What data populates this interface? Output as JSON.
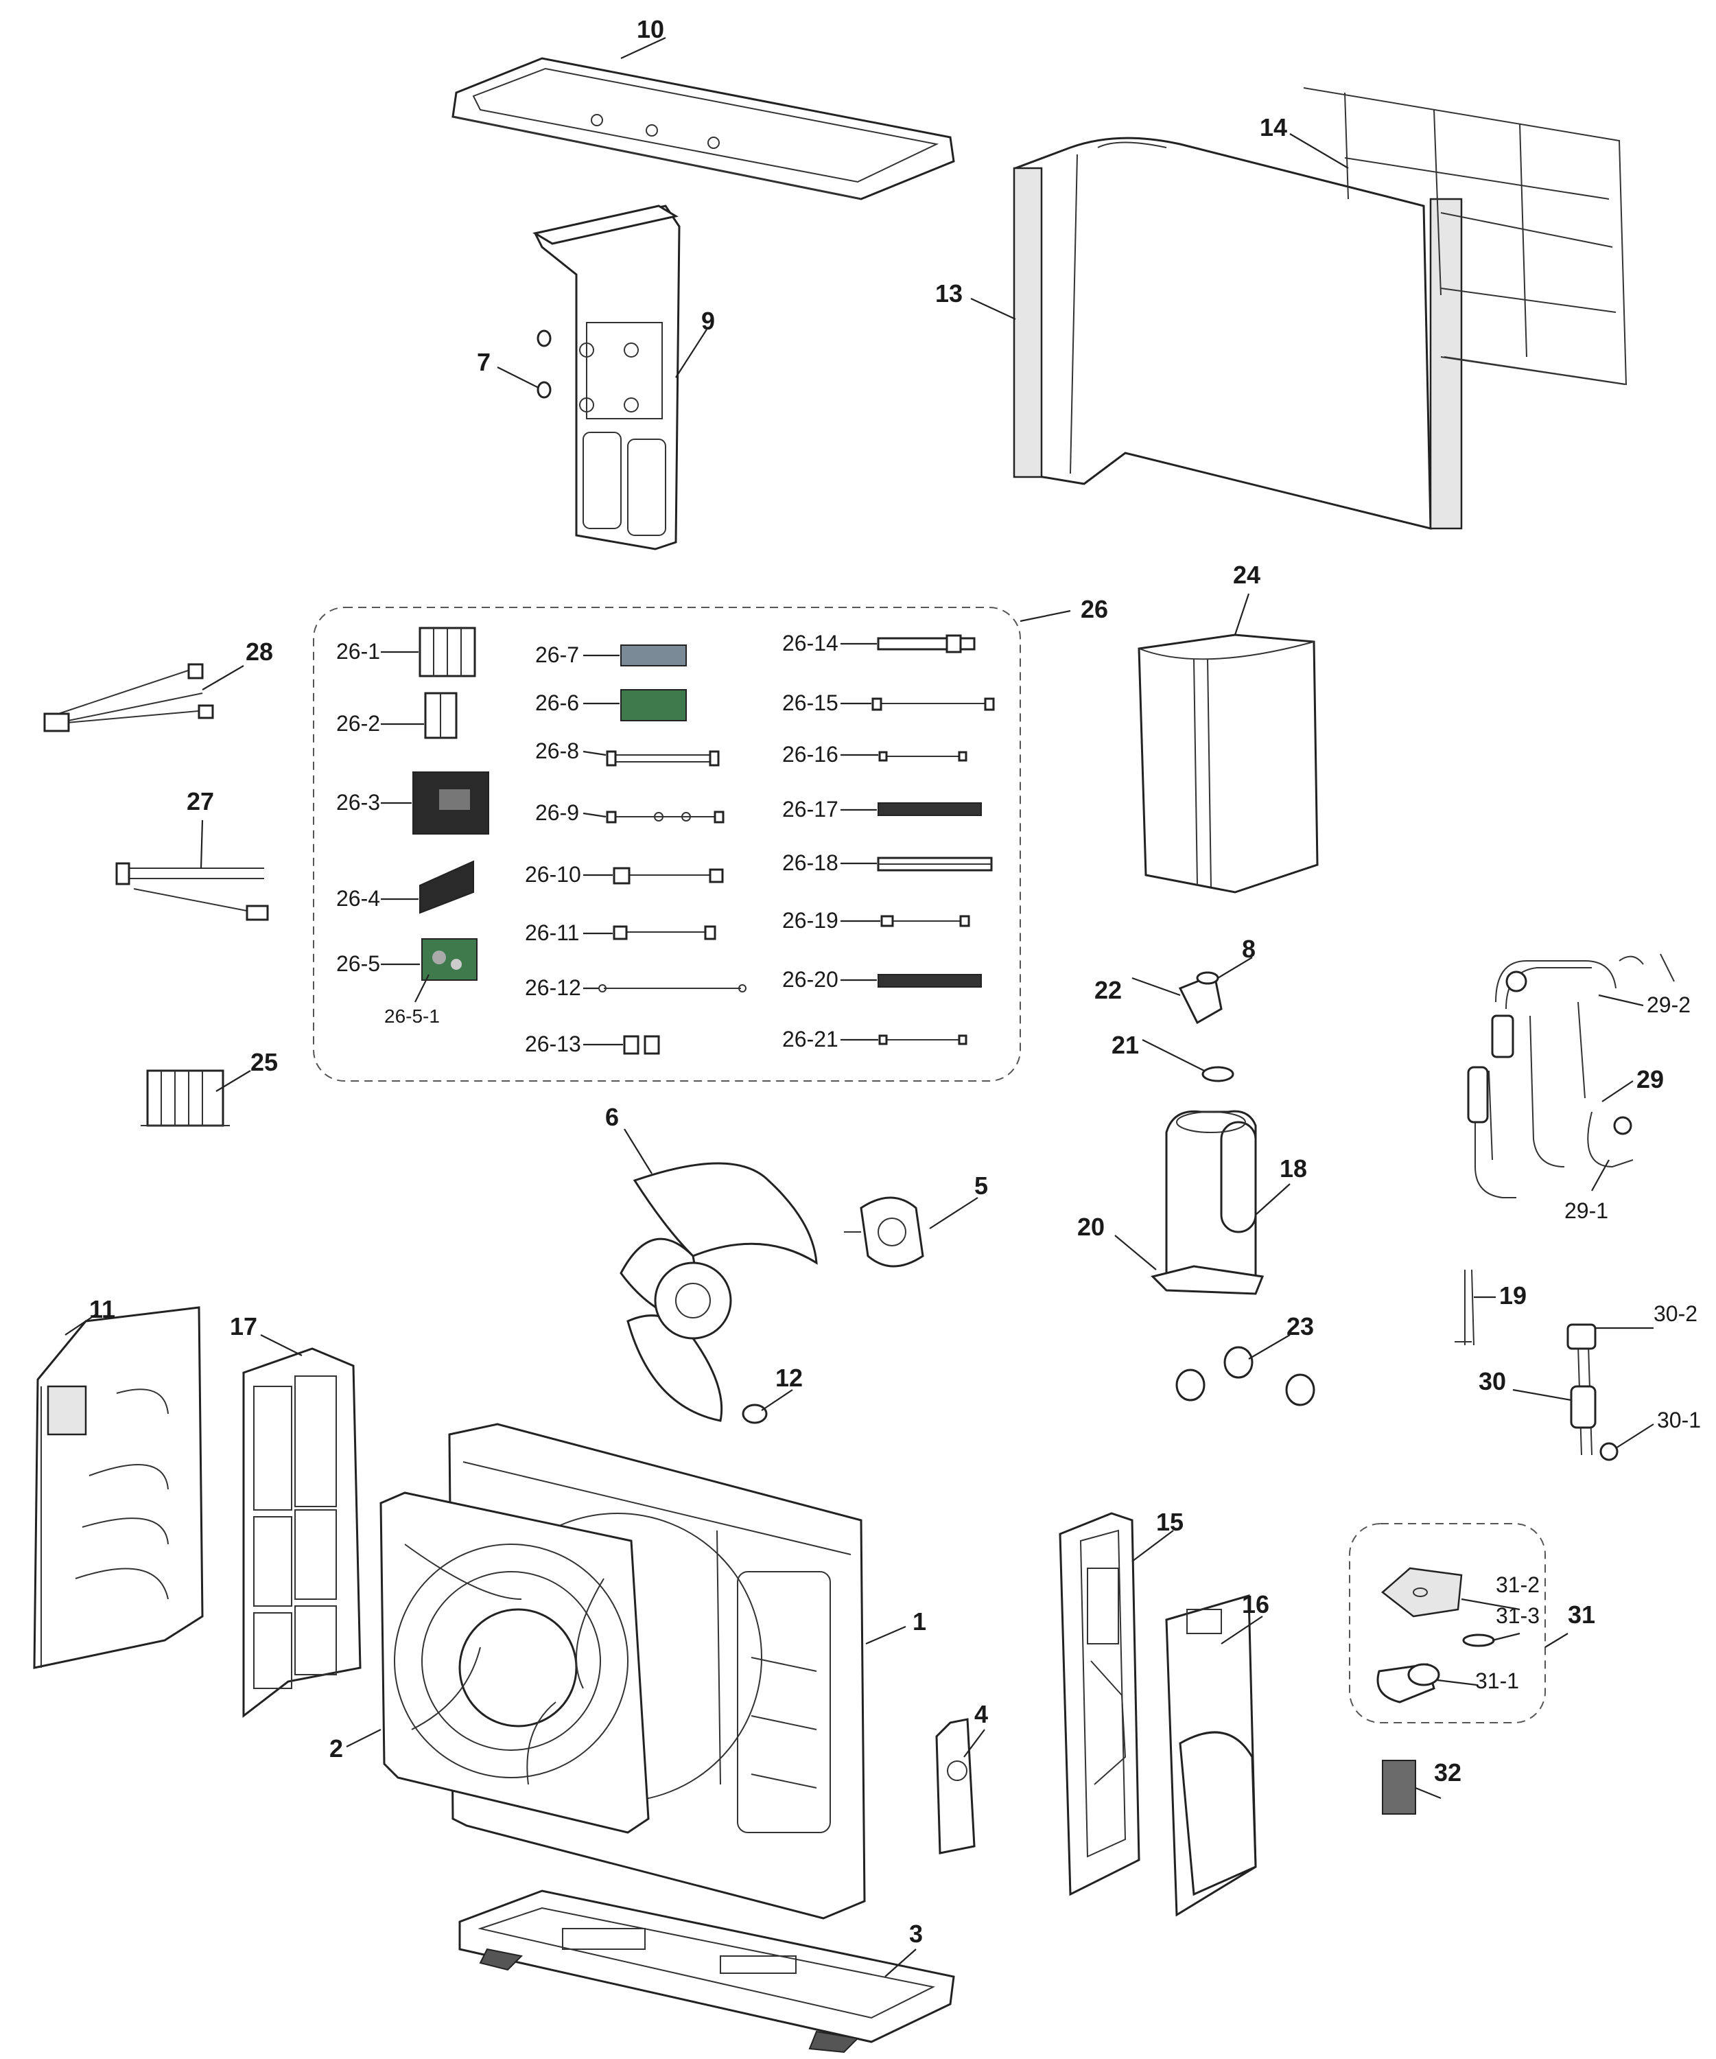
{
  "labels": {
    "p1": "1",
    "p2": "2",
    "p3": "3",
    "p4": "4",
    "p5": "5",
    "p6": "6",
    "p7": "7",
    "p8": "8",
    "p9": "9",
    "p10": "10",
    "p11": "11",
    "p12": "12",
    "p13": "13",
    "p14": "14",
    "p15": "15",
    "p16": "16",
    "p17": "17",
    "p18": "18",
    "p19": "19",
    "p20": "20",
    "p21": "21",
    "p22": "22",
    "p23": "23",
    "p24": "24",
    "p25": "25",
    "p26": "26",
    "p27": "27",
    "p28": "28",
    "p29": "29",
    "p29_1": "29-1",
    "p29_2": "29-2",
    "p30": "30",
    "p30_1": "30-1",
    "p30_2": "30-2",
    "p31": "31",
    "p31_1": "31-1",
    "p31_2": "31-2",
    "p31_3": "31-3",
    "p32": "32",
    "p26_1": "26-1",
    "p26_2": "26-2",
    "p26_3": "26-3",
    "p26_4": "26-4",
    "p26_5": "26-5",
    "p26_5_1": "26-5-1",
    "p26_6": "26-6",
    "p26_7": "26-7",
    "p26_8": "26-8",
    "p26_9": "26-9",
    "p26_10": "26-10",
    "p26_11": "26-11",
    "p26_12": "26-12",
    "p26_13": "26-13",
    "p26_14": "26-14",
    "p26_15": "26-15",
    "p26_16": "26-16",
    "p26_17": "26-17",
    "p26_18": "26-18",
    "p26_19": "26-19",
    "p26_20": "26-20",
    "p26_21": "26-21"
  },
  "colors": {
    "line": "#222222",
    "board_green": "#3f7a4c",
    "board_dark": "#2a2a2a",
    "label_block": "#6b6b6b"
  }
}
